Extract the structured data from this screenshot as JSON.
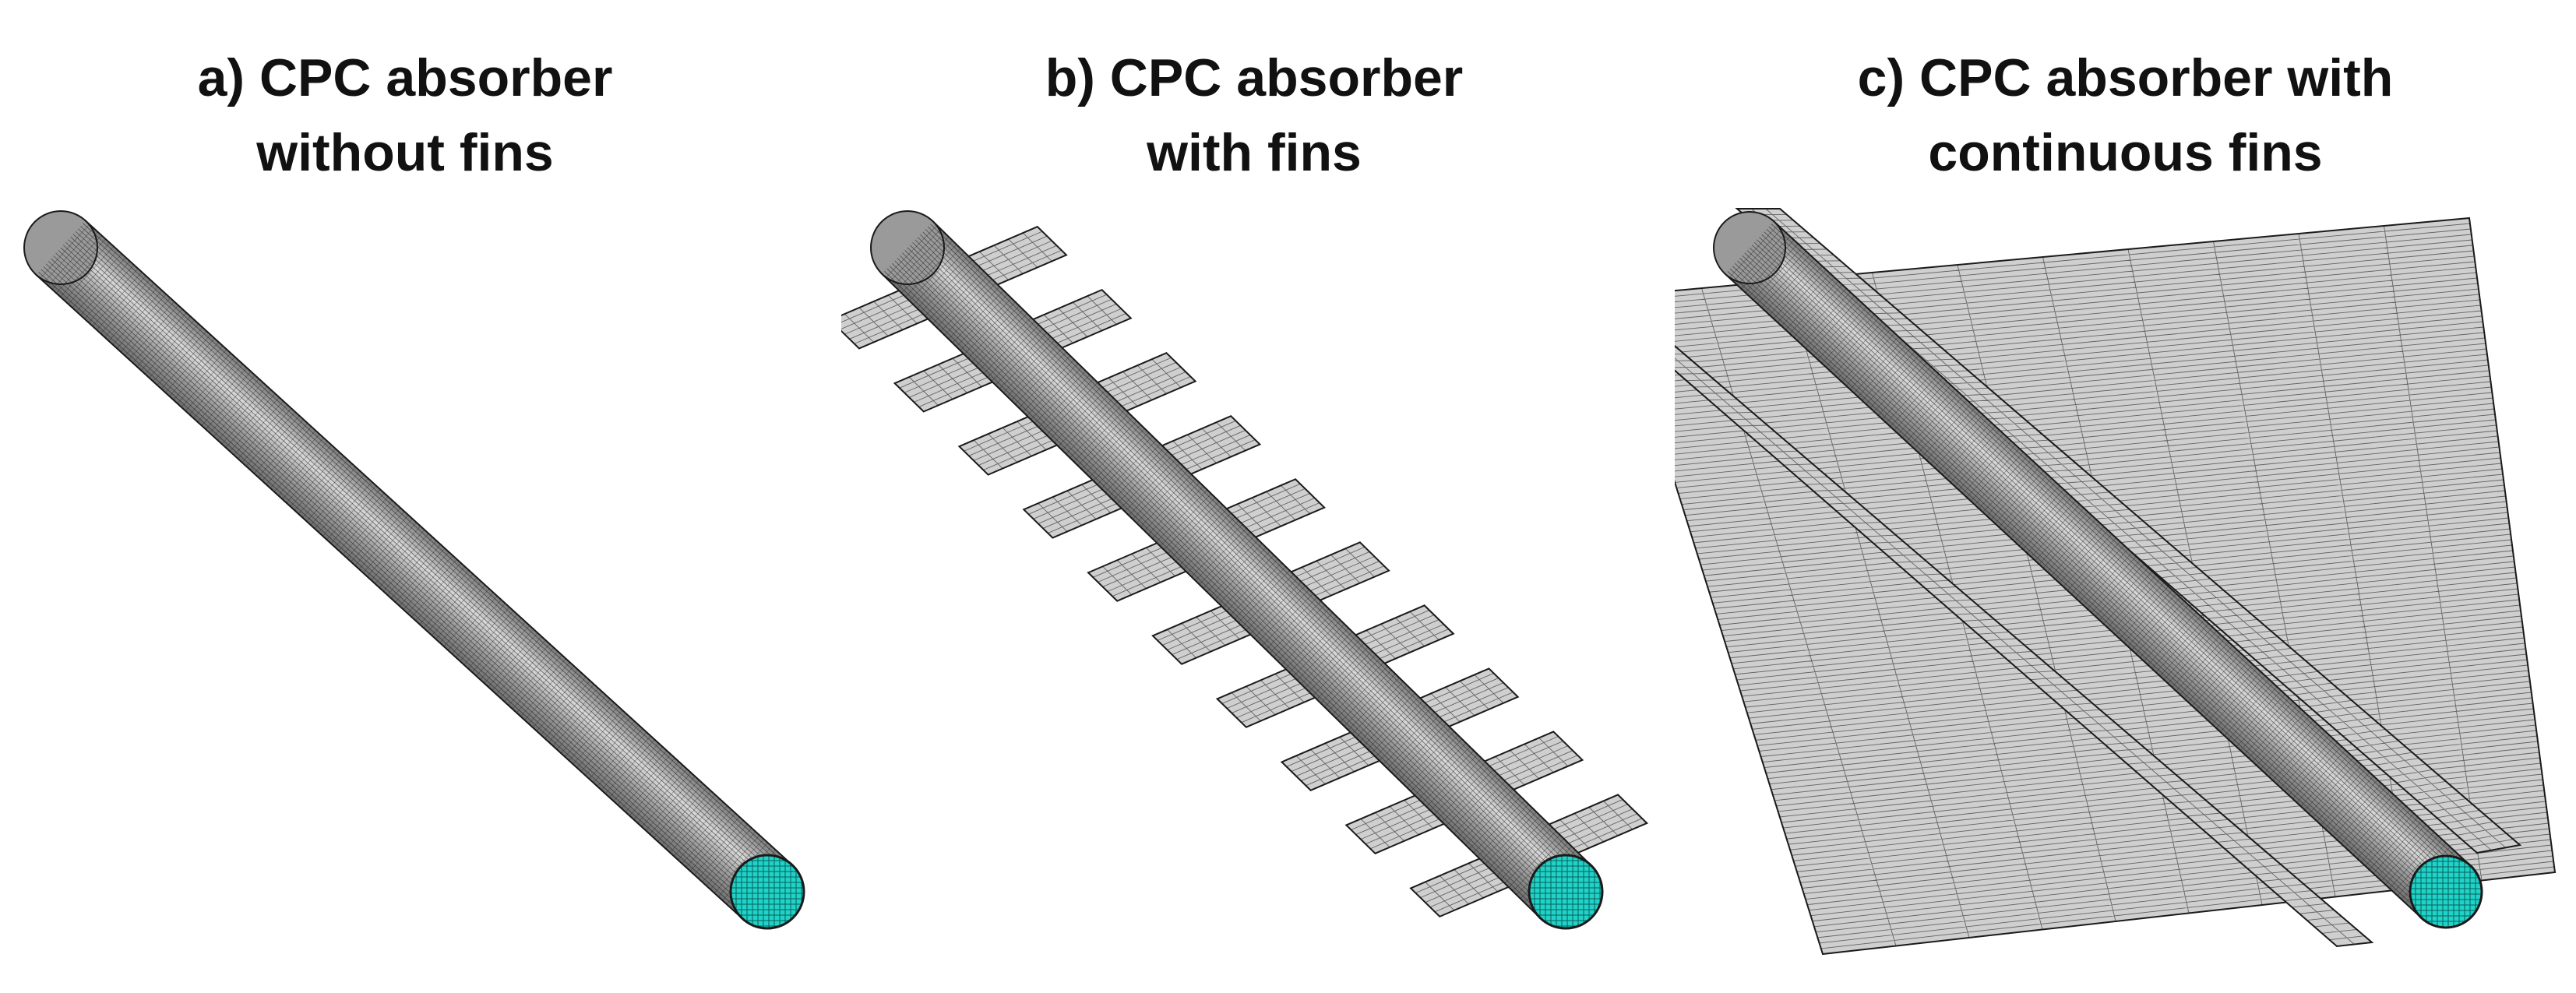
{
  "panels": [
    {
      "id": "a",
      "title_line1": "a) CPC absorber",
      "title_line2": "without fins"
    },
    {
      "id": "b",
      "title_line1": "b) CPC absorber",
      "title_line2": "with fins"
    },
    {
      "id": "c",
      "title_line1": "c) CPC absorber with",
      "title_line2": "continuous fins"
    }
  ],
  "colors": {
    "mesh_line": "#1a1a1a",
    "tube_fill": "#9a9a9a",
    "tube_highlight": "#d8d8d8",
    "fin_fill": "#cfcfcf",
    "end_cap": "#1fd3c8"
  }
}
